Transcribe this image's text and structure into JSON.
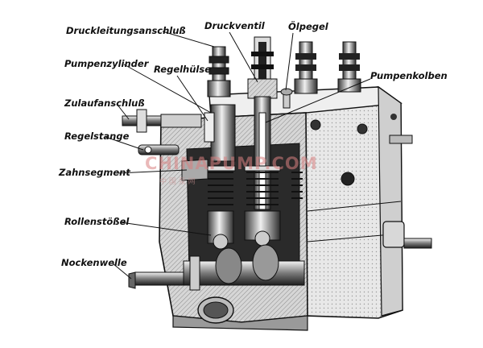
{
  "labels": {
    "druckleitungsanschluss": "Druckleitungsanschluß",
    "druckventil": "Druckventil",
    "oelpegel": "Ölpegel",
    "pumpenzylinder": "Pumpenzylinder",
    "regelhuelse": "Regelhülse",
    "pumpenkolben": "Pumpenkolben",
    "zulaufanschluss": "Zulaufanschluß",
    "regelstange": "Regelstange",
    "zahnsegment": "Zahnsegment",
    "rollenstoessel": "Rollenstößel",
    "nockenwelle": "Nockenwelle"
  },
  "watermark": {
    "text": "CHINAPUMP.COM",
    "subtext": "中 国 泵 网"
  },
  "colors": {
    "ink": "#111111",
    "body_light": "#e6e6e6",
    "body_mid": "#bcbcbc",
    "body_dark": "#5a5a5a",
    "cutaway": "#2a2a2a",
    "watermark": "#d98080"
  }
}
